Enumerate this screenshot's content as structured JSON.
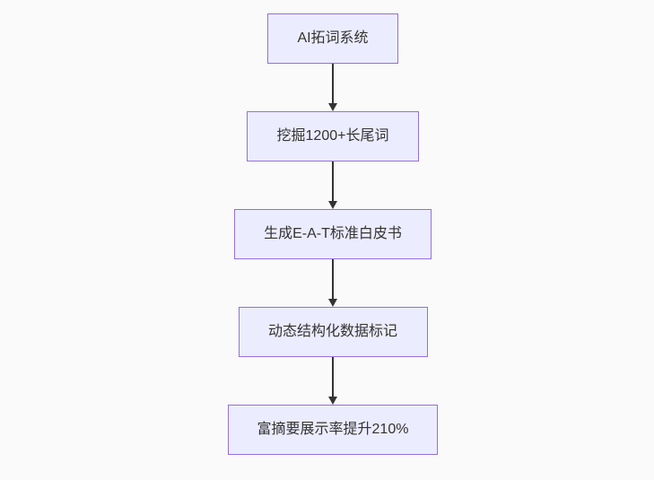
{
  "diagram": {
    "type": "flowchart",
    "direction": "top-down",
    "colors": {
      "background": "#fafafa",
      "node_fill": "#ECECFF",
      "node_border": "#9370DB",
      "text_color": "#333333",
      "arrow_color": "#333333"
    },
    "nodes": [
      {
        "id": "n1",
        "label": "AI拓词系统"
      },
      {
        "id": "n2",
        "label": "挖掘1200+长尾词"
      },
      {
        "id": "n3",
        "label": "生成E-A-T标准白皮书"
      },
      {
        "id": "n4",
        "label": "动态结构化数据标记"
      },
      {
        "id": "n5",
        "label": "富摘要展示率提升210%"
      }
    ],
    "edges": [
      {
        "from": "n1",
        "to": "n2"
      },
      {
        "from": "n2",
        "to": "n3"
      },
      {
        "from": "n3",
        "to": "n4"
      },
      {
        "from": "n4",
        "to": "n5"
      }
    ]
  }
}
